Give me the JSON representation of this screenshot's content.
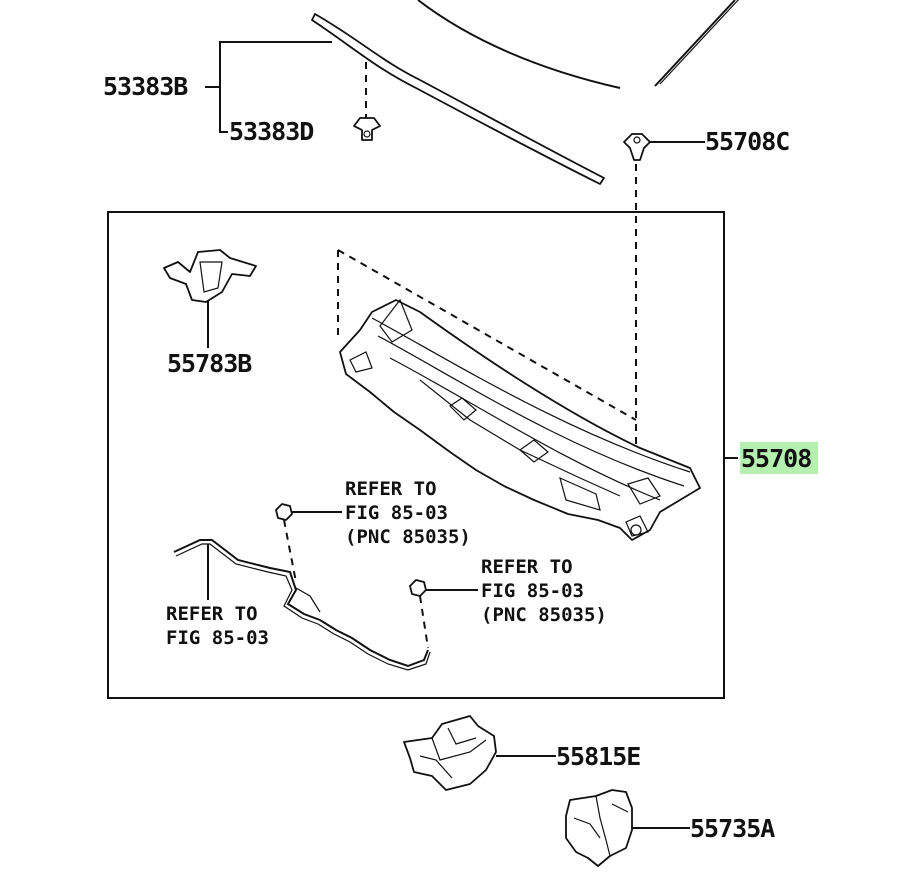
{
  "parts": {
    "p53383B": "53383B",
    "p53383D": "53383D",
    "p55708C": "55708C",
    "p55783B": "55783B",
    "p55708": "55708",
    "p55815E": "55815E",
    "p55735A": "55735A"
  },
  "refs": {
    "ref1": {
      "line1": "REFER TO",
      "line2": "FIG 85-03",
      "line3": "(PNC 85035)"
    },
    "ref2": {
      "line1": "REFER TO",
      "line2": "FIG 85-03",
      "line3": "(PNC 85035)"
    },
    "ref3": {
      "line1": "REFER TO",
      "line2": "FIG 85-03"
    }
  },
  "colors": {
    "highlight": "#b6f0b0",
    "ink": "#111111"
  }
}
